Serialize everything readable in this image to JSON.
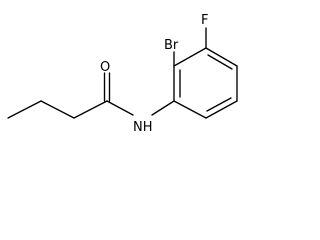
{
  "molecule": {
    "atoms": {
      "oxygen": "O",
      "nitrogen_hydrogen": "NH",
      "bromine": "Br",
      "fluorine": "F"
    },
    "colors": {
      "bond": "#000000",
      "label": "#000000",
      "background": "#ffffff"
    }
  }
}
